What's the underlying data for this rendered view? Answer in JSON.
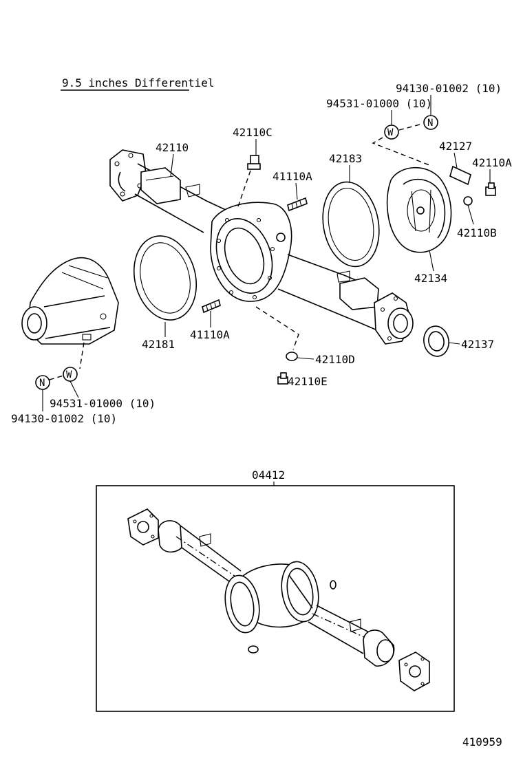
{
  "title": "9.5 inches Differentiel",
  "figure_number": "410959",
  "parts": {
    "p42110": "42110",
    "p42110C": "42110C",
    "p41110A_top": "41110A",
    "p42183": "42183",
    "p42127": "42127",
    "p42110A": "42110A",
    "p42110B": "42110B",
    "p42134": "42134",
    "p42181": "42181",
    "p41110A_bottom": "41110A",
    "p42137": "42137",
    "p42110D": "42110D",
    "p42110E": "42110E",
    "p04412": "04412",
    "top_bolt": "94130-01002 (10)",
    "top_washer": "94531-01000 (10)",
    "left_washer": "94531-01000 (10)",
    "left_bolt": "94130-01002 (10)"
  },
  "symbols": {
    "nut": "N",
    "washer": "W"
  }
}
